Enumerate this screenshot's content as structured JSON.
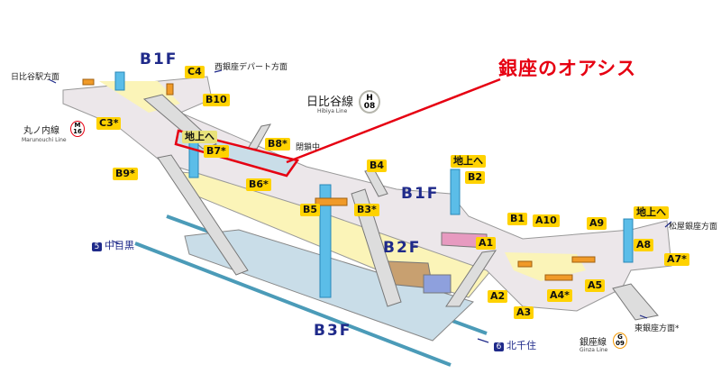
{
  "title_callout": "銀座のオアシス",
  "floors": {
    "b1f_top": "B1F",
    "b1f_mid": "B1F",
    "b2f": "B2F",
    "b3f": "B3F"
  },
  "directions": {
    "hibiya_station": "日比谷駅方面",
    "nishi_ginza": "西銀座デパート方面",
    "matsuya": "松屋銀座方面",
    "higashi_ginza": "東銀座方面*",
    "closed": "閉鎖中"
  },
  "lines": {
    "hibiya": {
      "name": "日比谷線",
      "sub": "Hibiya Line",
      "letter": "H",
      "num": "08",
      "color": "#b5b5ac"
    },
    "marunouchi": {
      "name": "丸ノ内線",
      "sub": "Marunouchi Line",
      "letter": "M",
      "num": "16",
      "color": "#e60012"
    },
    "ginza": {
      "name": "銀座線",
      "sub": "Ginza Line",
      "letter": "G",
      "num": "09",
      "color": "#f39700"
    }
  },
  "destinations": {
    "nakameguro": {
      "num": "5",
      "label": "中目黒"
    },
    "kitasenju": {
      "num": "6",
      "label": "北千住"
    }
  },
  "exits": {
    "C4": "C4",
    "B10": "B10",
    "C3": "C3*",
    "to_ground_1": "地上へ",
    "B7": "B7*",
    "B8": "B8*",
    "B9": "B9*",
    "B6": "B6*",
    "B4": "B4",
    "to_ground_2": "地上へ",
    "B2": "B2",
    "B5": "B5",
    "B3": "B3*",
    "B1": "B1",
    "A10": "A10",
    "A9": "A9",
    "to_ground_3": "地上へ",
    "A1": "A1",
    "A8": "A8",
    "A7": "A7*",
    "A2": "A2",
    "A3": "A3",
    "A4": "A4*",
    "A5": "A5"
  },
  "colors": {
    "highlight": "#e60012",
    "exit_label": "#ffd200",
    "floor_text": "#1f2a8a"
  }
}
